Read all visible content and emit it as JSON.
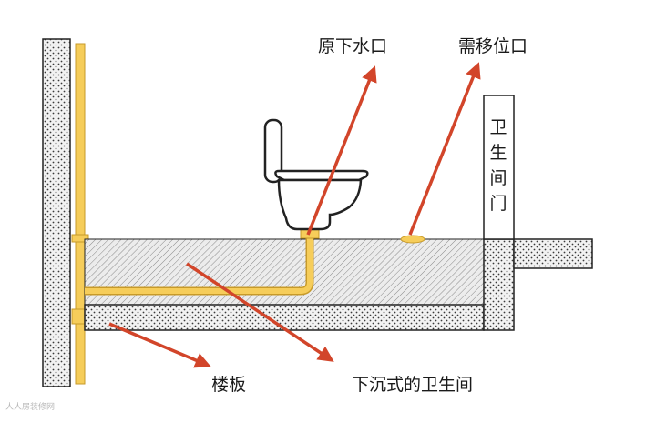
{
  "labels": {
    "original_drain": "原下水口",
    "relocated_drain": "需移位口",
    "bathroom_door": "卫生间门",
    "floor_slab": "楼板",
    "sunken_bathroom": "下沉式的卫生间"
  },
  "watermark": "人人房装修网",
  "colors": {
    "arrow": "#d2452a",
    "pipe": "#f6cd5a",
    "pipe_edge": "#c79a2a",
    "hatch_fill": "#e9e9e9",
    "dotted_fill": "#f2f2f2",
    "outline": "#222222"
  }
}
